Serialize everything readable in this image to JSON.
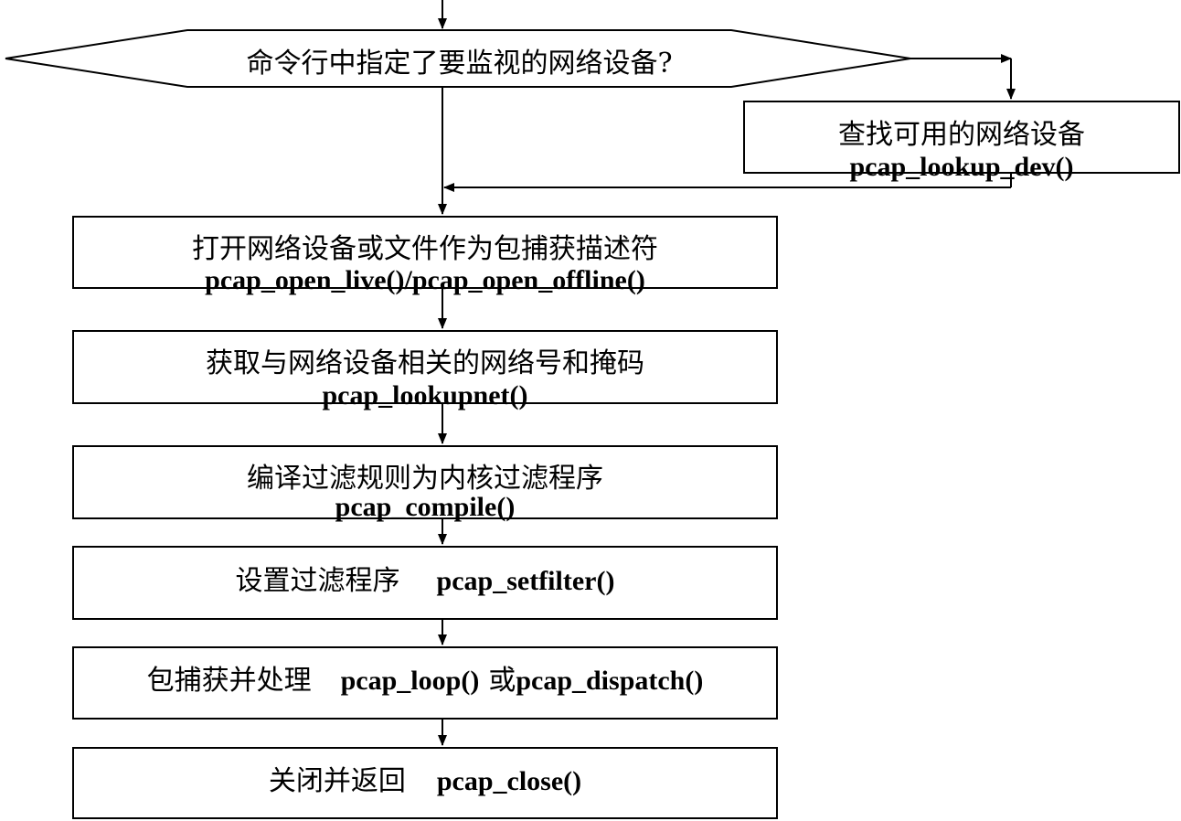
{
  "decision": {
    "question": "命令行中指定了要监视的网络设备?"
  },
  "lookup_box": {
    "title": "查找可用的网络设备",
    "func": "pcap_lookup_dev()"
  },
  "steps": [
    {
      "title": "打开网络设备或文件作为包捕获描述符",
      "func": "pcap_open_live()/pcap_open_offline()"
    },
    {
      "title": "获取与网络设备相关的网络号和掩码",
      "func": "pcap_lookupnet()"
    },
    {
      "title": "编译过滤规则为内核过滤程序",
      "func": "pcap_compile()"
    },
    {
      "title": "设置过滤程序",
      "func": "pcap_setfilter()"
    },
    {
      "title": "包捕获并处理",
      "func": "pcap_loop()",
      "connector": "或",
      "func2": "pcap_dispatch()"
    },
    {
      "title": "关闭并返回",
      "func": "pcap_close()"
    }
  ]
}
